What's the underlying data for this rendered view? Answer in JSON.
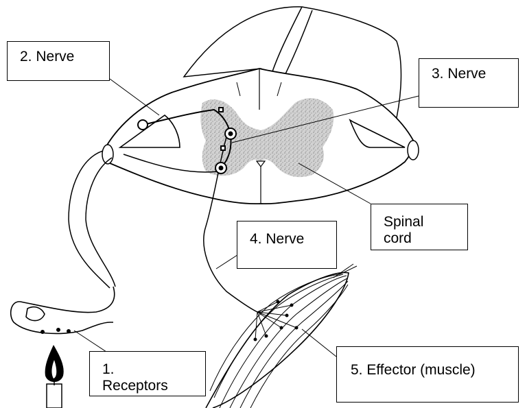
{
  "labels": {
    "nerve2": "2. Nerve",
    "nerve3": "3. Nerve",
    "spinal_cord": "Spinal cord",
    "nerve4": "4. Nerve",
    "receptors": "1. Receptors",
    "effector": "5. Effector (muscle)"
  },
  "colors": {
    "line": "#000000",
    "grey_matter": "#bdbdbd",
    "background": "#ffffff"
  }
}
